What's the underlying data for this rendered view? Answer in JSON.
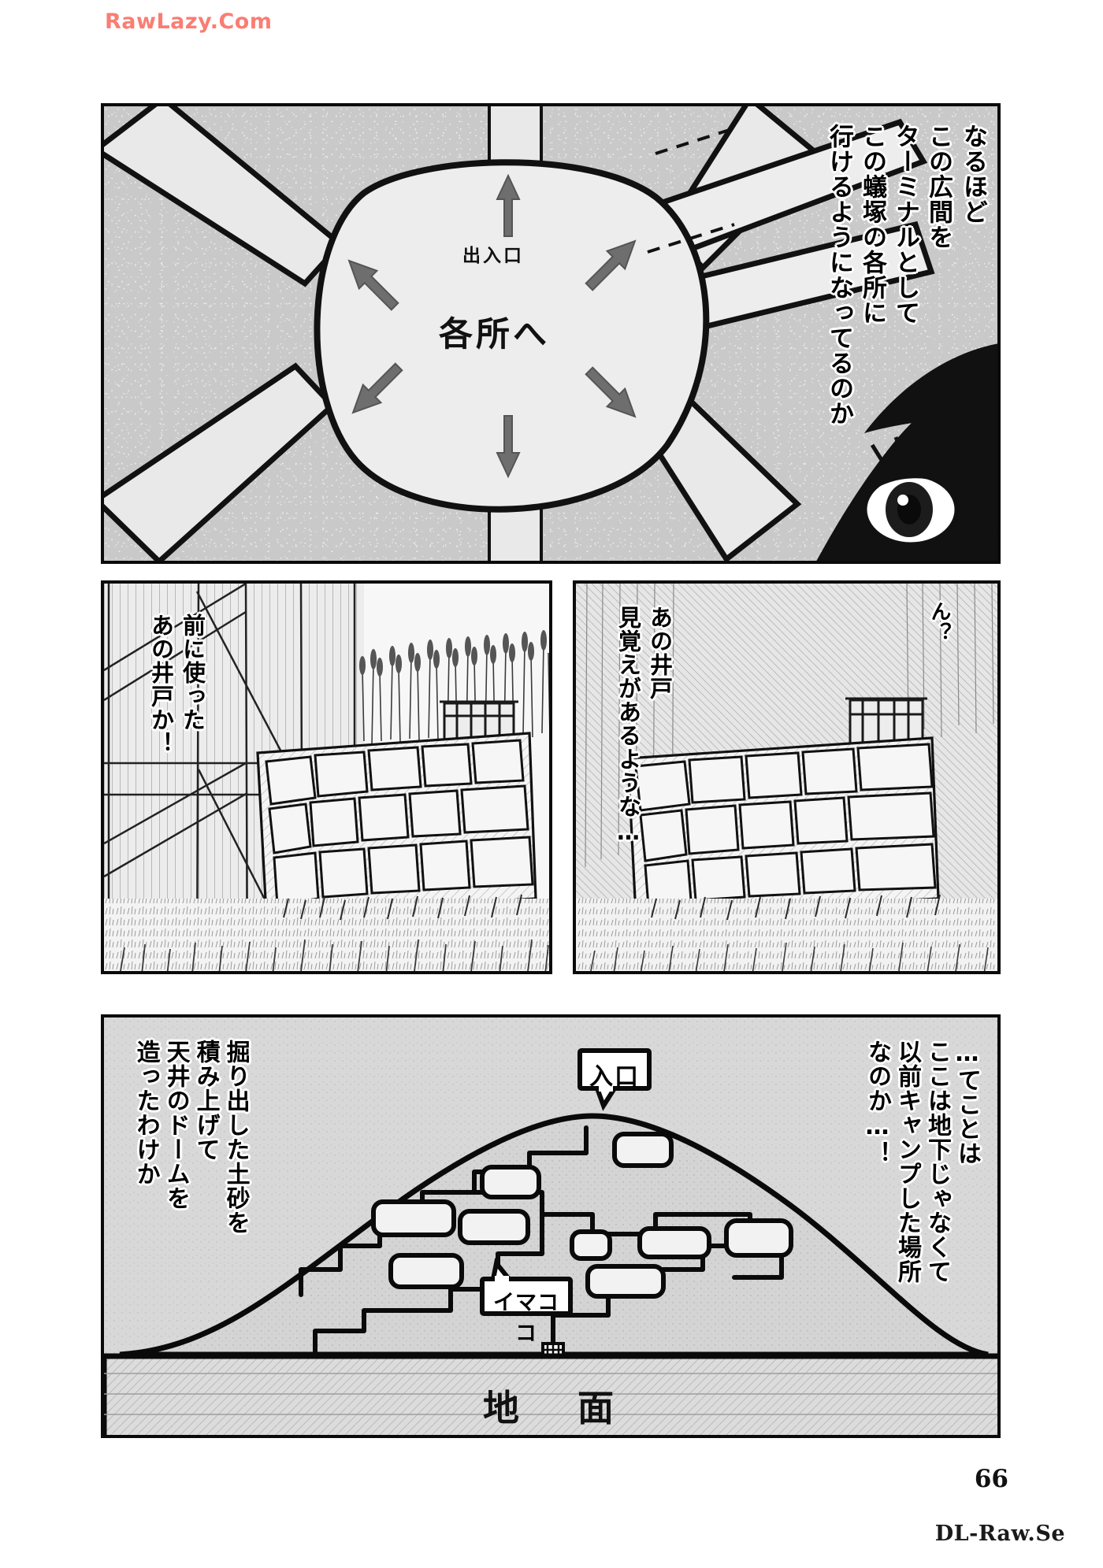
{
  "watermark": {
    "top": "RawLazy.Com",
    "bottom": "DL-Raw.Se"
  },
  "page": {
    "number": "66"
  },
  "panels": [
    {
      "id": "panel-1-ant-nest-hub",
      "diagram_labels": {
        "exit": "出入口",
        "to_various_places": "各所へ"
      },
      "dialogue": [
        {
          "id": "p1-line-1",
          "text": "なるほど"
        },
        {
          "id": "p1-line-2",
          "text": "この広間を\nターミナルとして"
        },
        {
          "id": "p1-line-3",
          "text": "この蟻塚の各所に"
        },
        {
          "id": "p1-line-4",
          "text": "行けるようになってるのか"
        }
      ],
      "dialogue_columns": [
        "なるほど",
        "この広間を",
        "ターミナルとして",
        "この蟻塚の各所に",
        "行けるようになってるのか"
      ]
    },
    {
      "id": "panel-2-well-left",
      "dialogue_columns": [
        "前に使った",
        "あの井戸か！"
      ]
    },
    {
      "id": "panel-3-well-right",
      "dialogue_columns": [
        "ん？",
        "あの井戸",
        "見覚えがあるような…"
      ]
    },
    {
      "id": "panel-4-cross-section",
      "diagram_labels": {
        "entrance": "入口",
        "you_are_here": "イマココ",
        "ground": "地　面"
      },
      "dialogue_columns_left": [
        "掘り出した土砂を",
        "積み上げて",
        "天井のドームを",
        "造ったわけか"
      ],
      "dialogue_columns_right": [
        "…てことは",
        "ここは地下じゃなくて",
        "以前キャンプした場所",
        "なのか…！"
      ]
    }
  ],
  "colors": {
    "watermark_top": "#fa7d73",
    "ink": "#0a0a0a",
    "panel_fill_grey": "#c9c9c9",
    "panel_fill_light": "#dcdcdc",
    "paper": "#ffffff"
  }
}
